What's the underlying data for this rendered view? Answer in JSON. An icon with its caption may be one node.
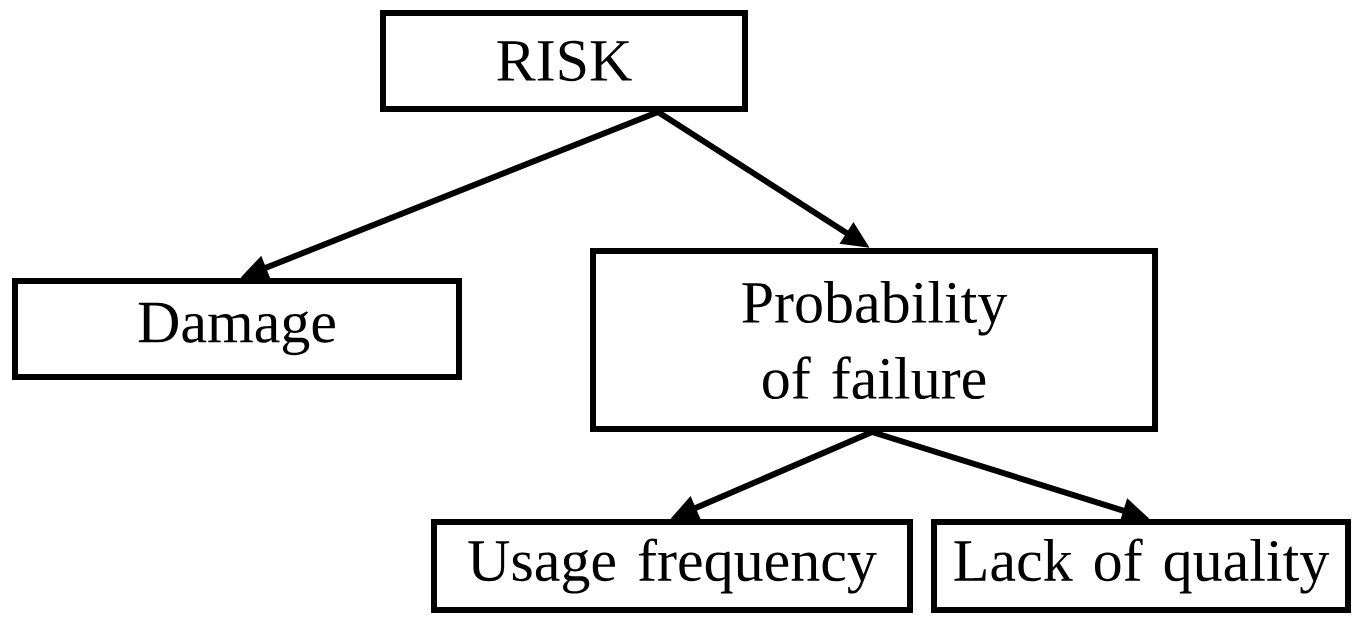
{
  "diagram": {
    "nodes": [
      {
        "text": [
          "RISK"
        ]
      },
      {
        "text": [
          "Damage"
        ]
      },
      {
        "text": [
          "Probability of failure"
        ]
      },
      {
        "text": [
          "Usage frequency"
        ]
      },
      {
        "text": [
          "Lack of quality"
        ]
      }
    ],
    "edges": [
      {
        "from": 0,
        "to": 1,
        "arrow": "to"
      },
      {
        "from": 0,
        "to": 2,
        "arrow": "to"
      },
      {
        "from": 2,
        "to": 3,
        "arrow": "to"
      },
      {
        "from": 2,
        "to": 4,
        "arrow": "to"
      }
    ]
  }
}
